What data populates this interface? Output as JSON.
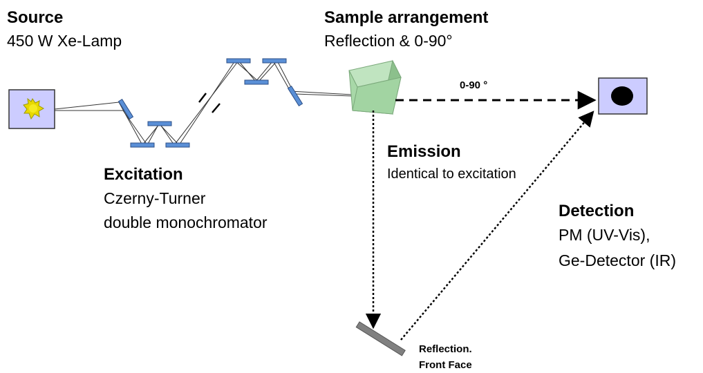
{
  "source": {
    "title": "Source",
    "subtitle": "450 W Xe-Lamp"
  },
  "sample": {
    "title": "Sample arrangement",
    "subtitle": "Reflection & 0-90°"
  },
  "angle_label": "0-90 °",
  "excitation": {
    "title": "Excitation",
    "line1": "Czerny-Turner",
    "line2": "double monochromator"
  },
  "emission": {
    "title": "Emission",
    "subtitle": "Identical to excitation"
  },
  "detection": {
    "title": "Detection",
    "line1": "PM (UV-Vis),",
    "line2": "Ge-Detector (IR)"
  },
  "reflector": {
    "line1": "Reflection.",
    "line2": "Front Face"
  },
  "colors": {
    "box_fill": "#ccccff",
    "mirror": "#5a8fd6",
    "sample_front": "#a8d8a8",
    "sample_side": "#8cc08c",
    "lamp": "#f0e000",
    "reflector": "#808080",
    "detector_dot": "#000000"
  }
}
